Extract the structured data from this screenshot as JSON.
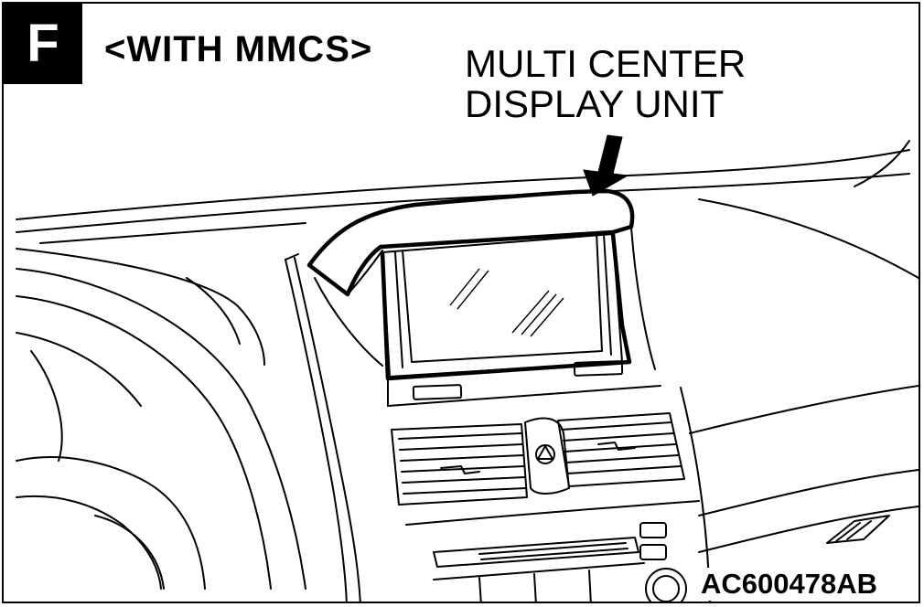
{
  "figure": {
    "section_letter": "F",
    "variant_label": "<WITH MMCS>",
    "callout_lines": [
      "MULTI CENTER",
      "DISPLAY UNIT"
    ],
    "figure_code": "AC600478AB"
  }
}
